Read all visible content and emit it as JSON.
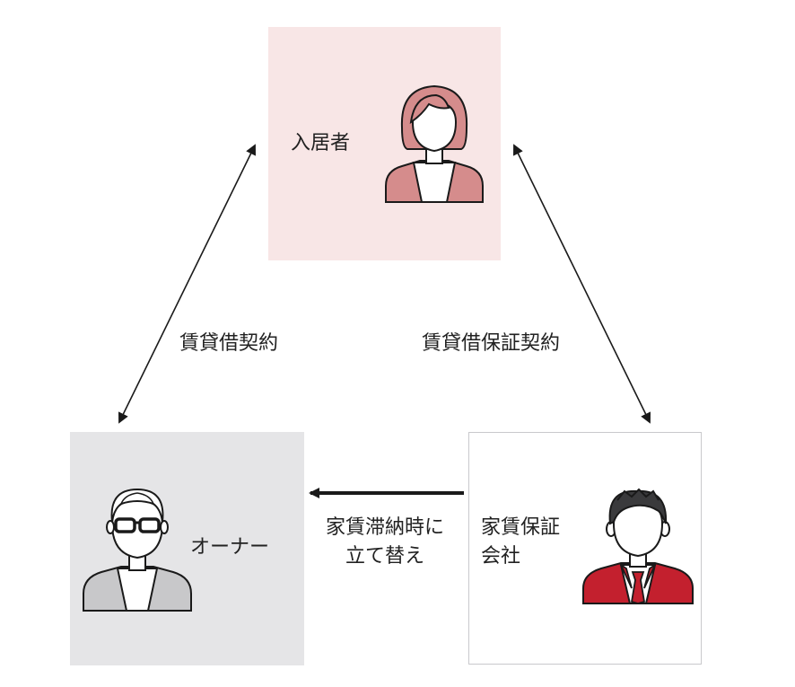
{
  "nodes": {
    "tenant": {
      "label": "入居者",
      "color": "#f8e6e6"
    },
    "owner": {
      "label": "オーナー",
      "color": "#e5e5e7"
    },
    "guarantor": {
      "label_line1": "家賃保証",
      "label_line2": "会社",
      "color": "#ffffff"
    }
  },
  "edges": {
    "lease": {
      "label": "賃貸借契約"
    },
    "guarantee": {
      "label": "賃貸借保証契約"
    },
    "subrogation": {
      "label_line1": "家賃滞納時に",
      "label_line2": "立て替え"
    }
  },
  "icons": {
    "tenant": "woman-avatar-icon",
    "owner": "man-glasses-avatar-icon",
    "guarantor": "businessman-avatar-icon"
  },
  "colors": {
    "tenant_accent": "#d58c8c",
    "owner_accent": "#c8c8ca",
    "guarantor_accent": "#c3202e",
    "line": "#1a1a1a"
  }
}
